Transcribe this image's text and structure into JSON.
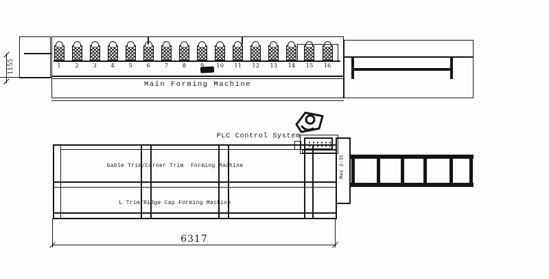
{
  "diagram": {
    "top_view": {
      "machine_label": "Main Forming Machine",
      "dimension_height": "1155",
      "station_numbers": [
        "1",
        "2",
        "3",
        "4",
        "5",
        "6",
        "7",
        "8",
        "9",
        "10",
        "11",
        "12",
        "13",
        "14",
        "15",
        "16"
      ]
    },
    "bottom_view": {
      "plc_label": "PLC Control System",
      "machine1_label": "Gable Trim/Corner Trim  Forming Machine",
      "machine2_label": "L Trim/Ridge Cap Forming Machine",
      "side_label": "Max 2-3t",
      "dimension_length": "6317"
    },
    "colors": {
      "line": "#141414",
      "background": "#fdfdfb"
    }
  }
}
